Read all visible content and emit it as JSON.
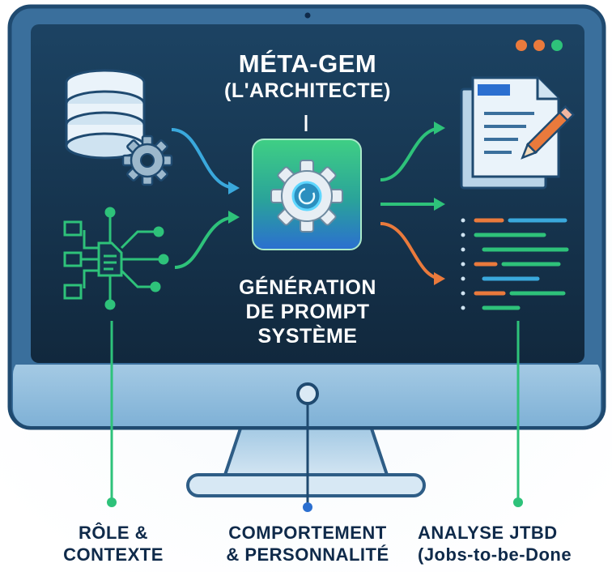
{
  "screen": {
    "title": "MÉTA-GEM",
    "subtitle": "(L'ARCHITECTE)",
    "center_label": "GÉNÉRATION\nDE PROMPT\nSYSTÈME"
  },
  "labels": {
    "left": "RÔLE &\nCONTEXTE",
    "center": "COMPORTEMENT\n& PERSONNALITÉ",
    "right": "ANALYSE JTBD\n(Jobs-to-be-Done"
  },
  "colors": {
    "frame": "#3a6f9c",
    "screen": "#16364f",
    "accent_blue": "#3aa8dc",
    "accent_green": "#2ec27a",
    "accent_orange": "#ea7a3c",
    "label_text": "#0f2a4a"
  },
  "icons": [
    "database-gear-icon",
    "document-network-icon",
    "central-gear-icon",
    "document-pencil-icon",
    "code-lines-icon",
    "window-dots-icon"
  ]
}
